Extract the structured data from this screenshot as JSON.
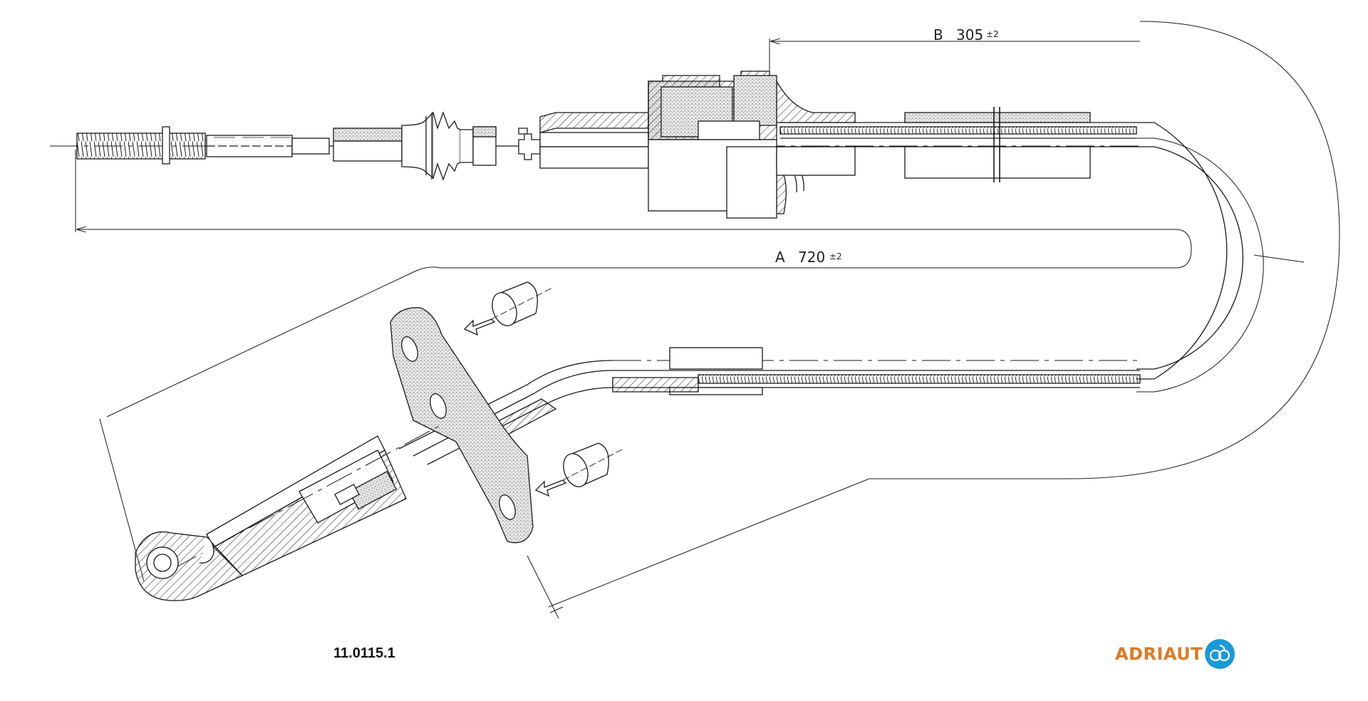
{
  "drawing": {
    "dimension_a": {
      "label": "A",
      "value": "720",
      "tolerance": "±2"
    },
    "dimension_b": {
      "label": "B",
      "value": "305",
      "tolerance": "±2"
    },
    "part_number": "11.0115.1"
  },
  "brand": {
    "name": "ADRIAUT",
    "text_color": "#e07a22",
    "icon_color": "#1a9ad6"
  },
  "colors": {
    "line": "#1a1a1a",
    "stipple": "#cfcfcf"
  }
}
